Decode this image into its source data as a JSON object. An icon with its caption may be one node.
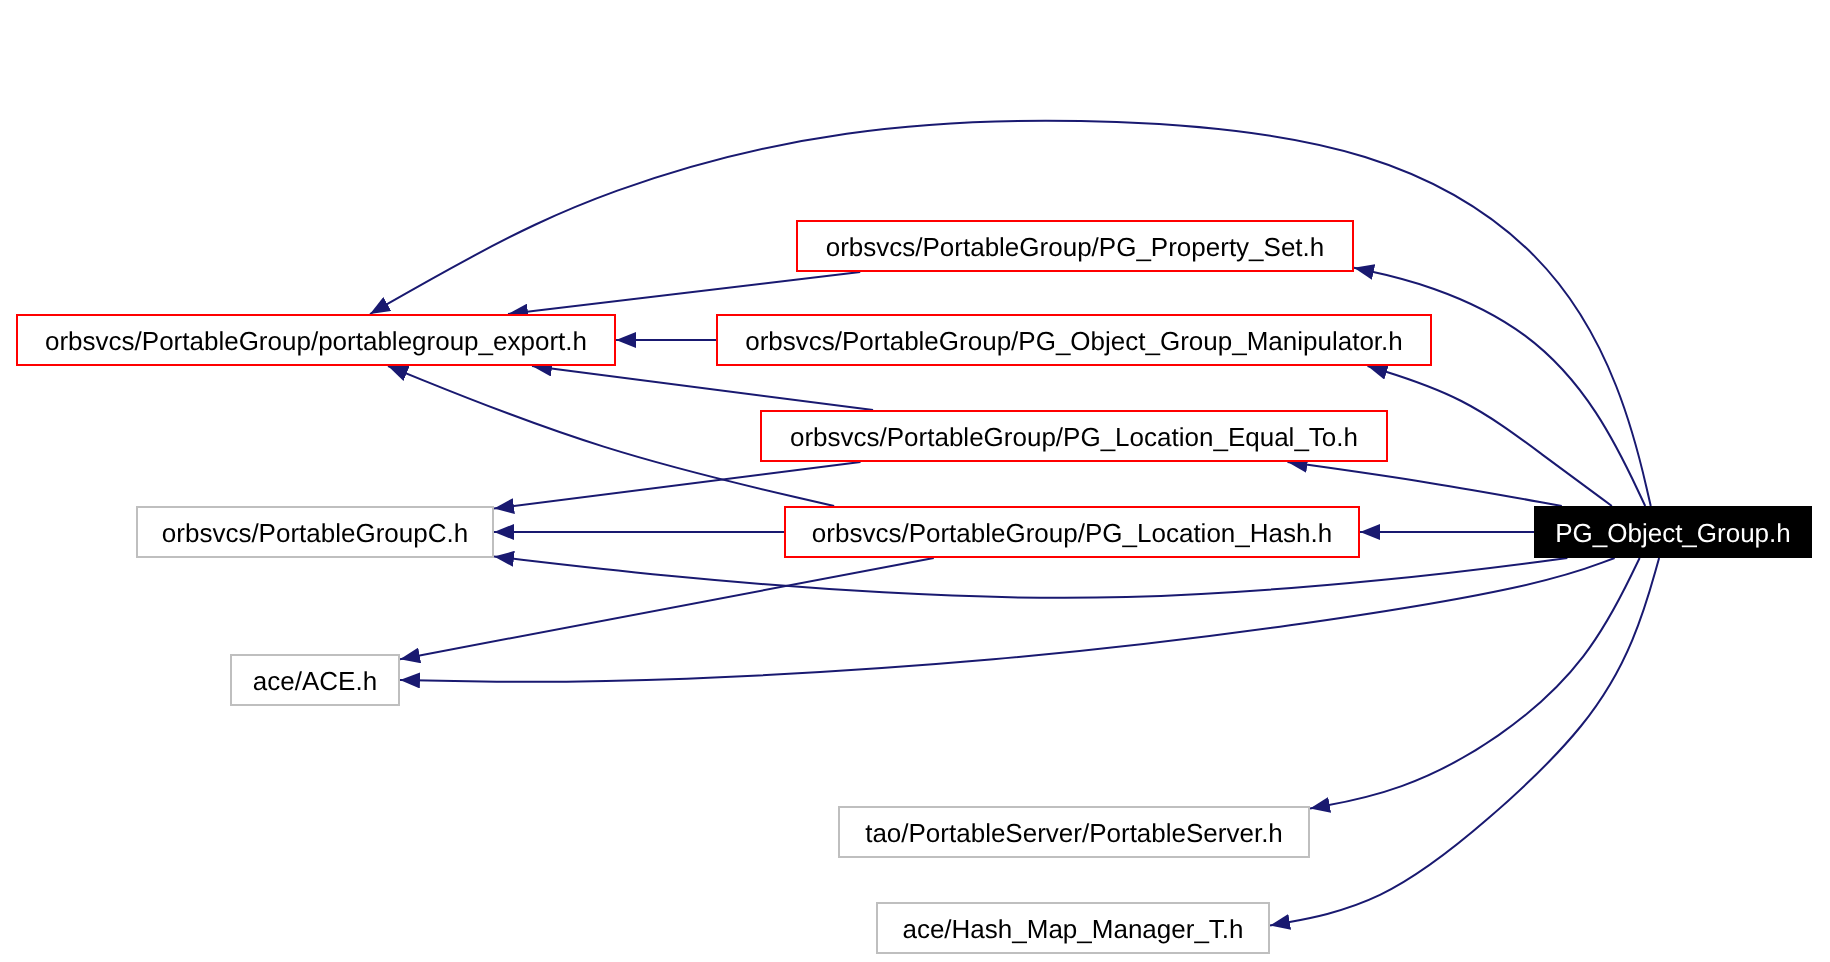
{
  "diagram": {
    "nodes": [
      {
        "text": [
          "orbsvcs/PortableGroup/PG_Property_Set.h"
        ]
      },
      {
        "text": [
          "orbsvcs/PortableGroup/portablegroup_export.h"
        ]
      },
      {
        "text": [
          "orbsvcs/PortableGroup/PG_Object_Group_Manipulator.h"
        ]
      },
      {
        "text": [
          "orbsvcs/PortableGroup/PG_Location_Equal_To.h"
        ]
      },
      {
        "text": [
          "orbsvcs/PortableGroupC.h"
        ]
      },
      {
        "text": [
          "orbsvcs/PortableGroup/PG_Location_Hash.h"
        ]
      },
      {
        "text": [
          "PG_Object_Group.h"
        ]
      },
      {
        "text": [
          "ace/ACE.h"
        ]
      },
      {
        "text": [
          "tao/PortableServer/PortableServer.h"
        ]
      },
      {
        "text": [
          "ace/Hash_Map_Manager_T.h"
        ]
      }
    ],
    "edges": [
      {
        "from": 6,
        "to": 1,
        "arrow": "to"
      },
      {
        "from": 6,
        "to": 0,
        "arrow": "to"
      },
      {
        "from": 6,
        "to": 2,
        "arrow": "to"
      },
      {
        "from": 6,
        "to": 3,
        "arrow": "to"
      },
      {
        "from": 6,
        "to": 5,
        "arrow": "to"
      },
      {
        "from": 6,
        "to": 4,
        "arrow": "to"
      },
      {
        "from": 6,
        "to": 7,
        "arrow": "to"
      },
      {
        "from": 6,
        "to": 8,
        "arrow": "to"
      },
      {
        "from": 6,
        "to": 9,
        "arrow": "to"
      },
      {
        "from": 0,
        "to": 1,
        "arrow": "to"
      },
      {
        "from": 2,
        "to": 1,
        "arrow": "to"
      },
      {
        "from": 3,
        "to": 1,
        "arrow": "to"
      },
      {
        "from": 5,
        "to": 1,
        "arrow": "to"
      },
      {
        "from": 3,
        "to": 4,
        "arrow": "to"
      },
      {
        "from": 5,
        "to": 4,
        "arrow": "to"
      },
      {
        "from": 5,
        "to": 7,
        "arrow": "to"
      }
    ]
  }
}
